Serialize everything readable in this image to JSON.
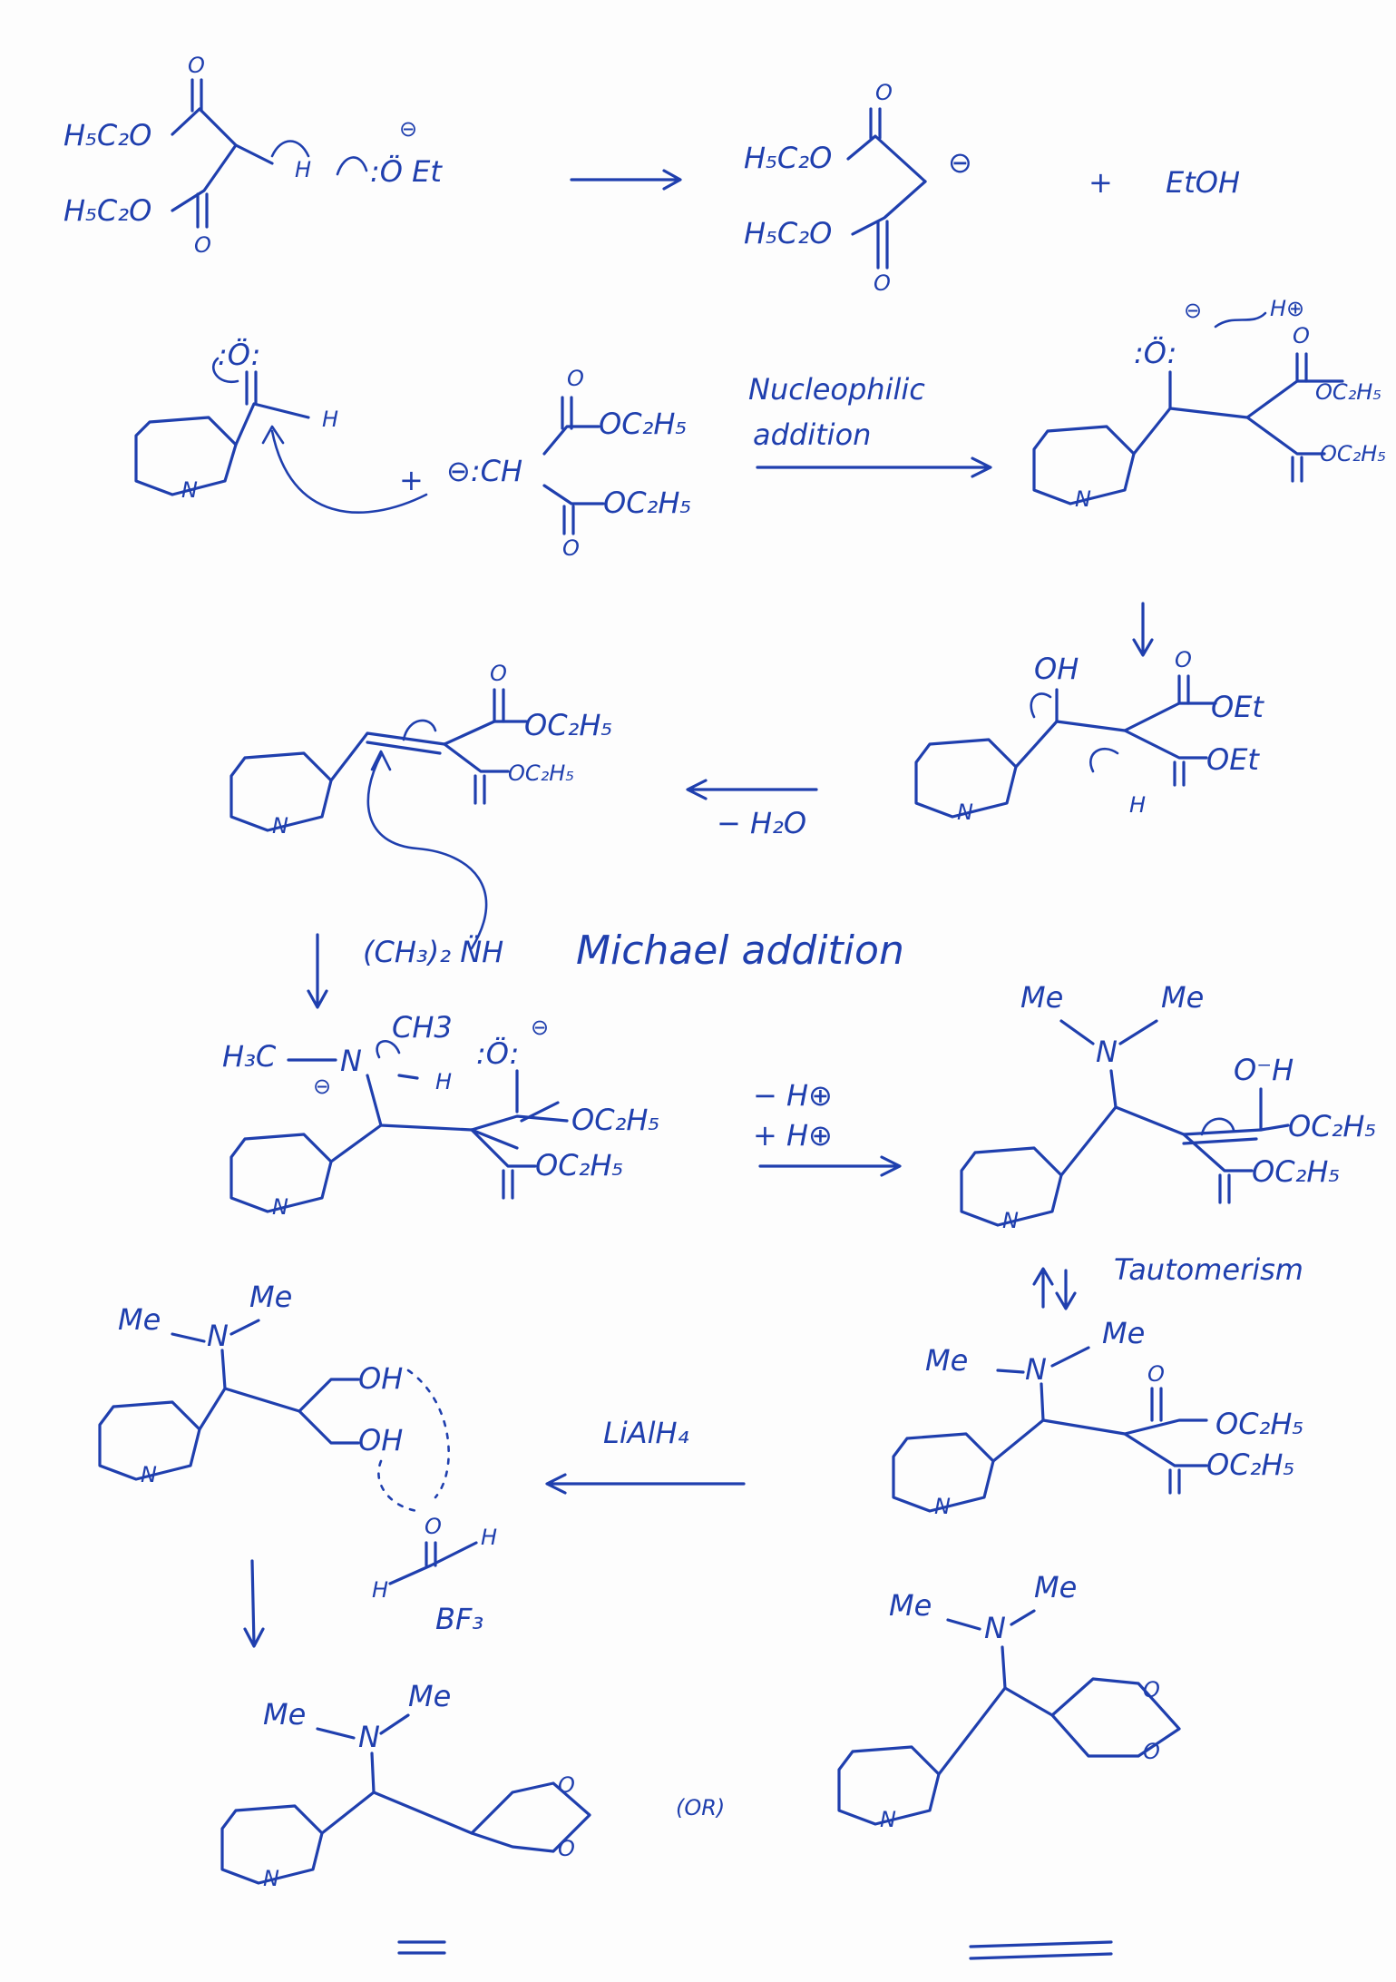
{
  "r1": {
    "h5c2o_a": "H₅C₂O",
    "h5c2o_b": "H₅C₂O",
    "h": "H",
    "oet": ":Ö Et",
    "minus": "⊖",
    "o": "O",
    "plus": "+",
    "etoh": "EtOH"
  },
  "r2": {
    "o_lone": ":Ö:",
    "h": "H",
    "plus": "+",
    "ch": "⊖:CH",
    "oc2h5": "OC₂H₅",
    "nucleophilic": "Nucleophilic",
    "addition": "addition",
    "minus": "⊖",
    "hplus": "H⊕",
    "n": "N"
  },
  "r3": {
    "oh": "OH",
    "oet": "OEt",
    "h": "H",
    "h2o": "− H₂O",
    "oc2h5": "OC₂H₅",
    "o": "O",
    "n": "N"
  },
  "r4": {
    "reagent": "(CH₃)₂ N̈H",
    "michael": "Michael addition",
    "h3c": "H₃C",
    "ch3": "CH3",
    "n": "N",
    "h": "H",
    "o": ":Ö:",
    "minus": "⊖",
    "oc2h5": "OC₂H₅",
    "minus_h": "− H⊕",
    "plus_h": "+ H⊕",
    "me": "Me",
    "ozh": "O⁻H",
    "tautomerism": "Tautomerism"
  },
  "r5": {
    "me": "Me",
    "n": "N",
    "oh": "OH",
    "o": "O",
    "h": "H",
    "lialh4": "LiAlH₄",
    "oc2h5": "OC₂H₅",
    "bf3": "BF₃",
    "or": "(OR)"
  }
}
